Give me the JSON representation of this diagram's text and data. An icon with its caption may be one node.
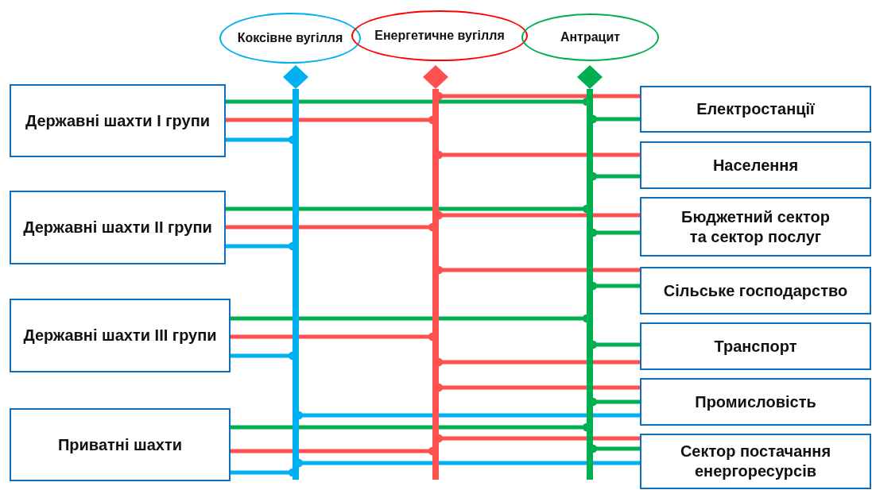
{
  "diagram": {
    "nodes": [
      {
        "text": [
          "Коксівне вугілля"
        ]
      },
      {
        "text": [
          "Енергетичне вугілля"
        ]
      },
      {
        "text": [
          "Антрацит"
        ]
      },
      {
        "text": [],
        "shape": "bar"
      },
      {
        "text": [],
        "shape": "bar"
      },
      {
        "text": [],
        "shape": "bar"
      },
      {
        "text": [
          "Державні шахти I групи"
        ]
      },
      {
        "text": [
          "Державні шахти II групи"
        ]
      },
      {
        "text": [
          "Державні шахти III групи"
        ]
      },
      {
        "text": [
          "Приватні шахти"
        ]
      },
      {
        "text": [
          "Електростанції"
        ]
      },
      {
        "text": [
          "Населення"
        ]
      },
      {
        "text": [
          "Бюджетний сектор та сектор послуг"
        ]
      },
      {
        "text": [
          "Сільське господарство"
        ]
      },
      {
        "text": [
          "Транспорт"
        ]
      },
      {
        "text": [
          "Промисловість"
        ]
      },
      {
        "text": [
          "Сектор постачання енергоресурсів"
        ]
      }
    ],
    "edges": [
      {
        "from": 6,
        "to": 5,
        "arrow": "other",
        "color": "#00b050"
      },
      {
        "from": 6,
        "to": 4,
        "arrow": "other",
        "color": "#ff5050"
      },
      {
        "from": 6,
        "to": 3,
        "arrow": "other",
        "color": "#00b0f0"
      },
      {
        "from": 7,
        "to": 5,
        "arrow": "other",
        "color": "#00b050"
      },
      {
        "from": 7,
        "to": 4,
        "arrow": "other",
        "color": "#ff5050"
      },
      {
        "from": 7,
        "to": 3,
        "arrow": "other",
        "color": "#00b0f0"
      },
      {
        "from": 8,
        "to": 5,
        "arrow": "other",
        "color": "#00b050"
      },
      {
        "from": 8,
        "to": 4,
        "arrow": "other",
        "color": "#ff5050"
      },
      {
        "from": 8,
        "to": 3,
        "arrow": "other",
        "color": "#00b0f0"
      },
      {
        "from": 9,
        "to": 5,
        "arrow": "other",
        "color": "#00b050"
      },
      {
        "from": 9,
        "to": 4,
        "arrow": "other",
        "color": "#ff5050"
      },
      {
        "from": 9,
        "to": 3,
        "arrow": "other",
        "color": "#00b0f0"
      },
      {
        "from": 4,
        "to": 10,
        "arrow": "other",
        "color": "#ff5050"
      },
      {
        "from": 5,
        "to": 10,
        "arrow": "other",
        "color": "#00b050"
      },
      {
        "from": 4,
        "to": 11,
        "arrow": "other",
        "color": "#ff5050"
      },
      {
        "from": 5,
        "to": 11,
        "arrow": "other",
        "color": "#00b050"
      },
      {
        "from": 4,
        "to": 12,
        "arrow": "other",
        "color": "#ff5050"
      },
      {
        "from": 5,
        "to": 12,
        "arrow": "other",
        "color": "#00b050"
      },
      {
        "from": 4,
        "to": 13,
        "arrow": "other",
        "color": "#ff5050"
      },
      {
        "from": 5,
        "to": 13,
        "arrow": "other",
        "color": "#00b050"
      },
      {
        "from": 5,
        "to": 14,
        "arrow": "other",
        "color": "#00b050"
      },
      {
        "from": 4,
        "to": 14,
        "arrow": "other",
        "color": "#ff5050"
      },
      {
        "from": 4,
        "to": 15,
        "arrow": "other",
        "color": "#ff5050"
      },
      {
        "from": 5,
        "to": 15,
        "arrow": "other",
        "color": "#00b050"
      },
      {
        "from": 3,
        "to": 15,
        "arrow": "other",
        "color": "#00b0f0"
      },
      {
        "from": 4,
        "to": 16,
        "arrow": "other",
        "color": "#ff5050"
      },
      {
        "from": 5,
        "to": 16,
        "arrow": "other",
        "color": "#00b050"
      },
      {
        "from": 3,
        "to": 16,
        "arrow": "other",
        "color": "#00b0f0"
      }
    ]
  }
}
